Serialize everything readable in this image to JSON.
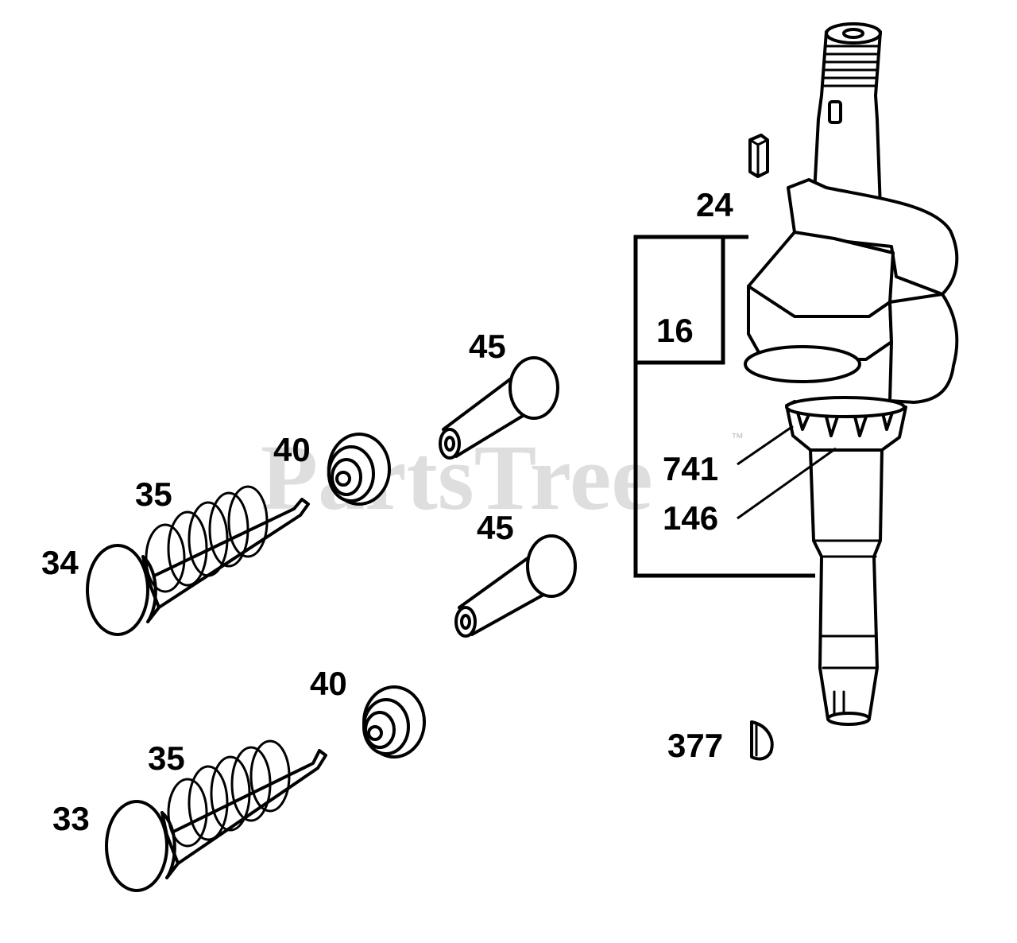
{
  "watermark": {
    "text": "PartsTree",
    "trademark": "™"
  },
  "callouts": {
    "c24": "24",
    "c16": "16",
    "c45a": "45",
    "c45b": "45",
    "c40a": "40",
    "c40b": "40",
    "c35a": "35",
    "c35b": "35",
    "c34": "34",
    "c33": "33",
    "c741": "741",
    "c146": "146",
    "c377": "377"
  },
  "colors": {
    "ink": "#000000",
    "paper": "#ffffff",
    "watermark": "#d3d3d3"
  }
}
